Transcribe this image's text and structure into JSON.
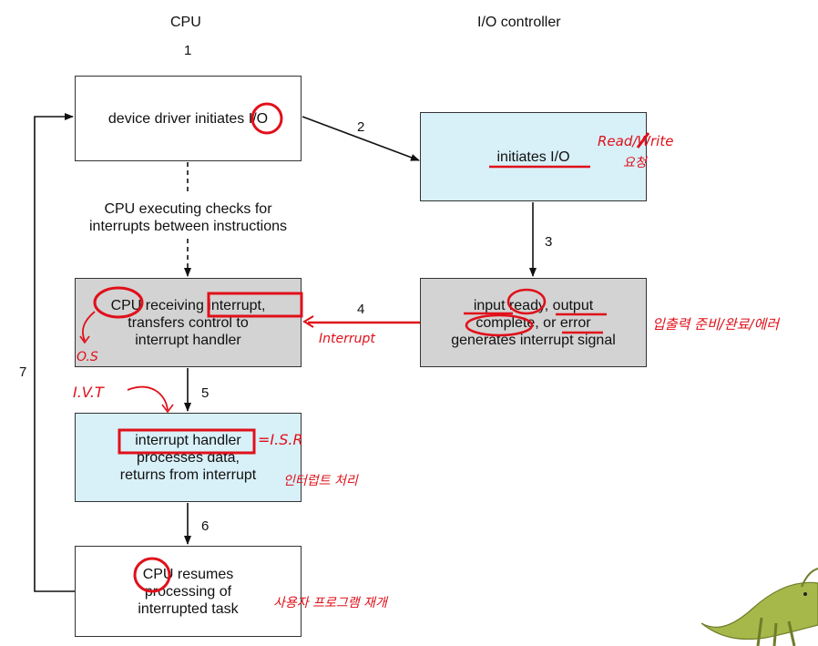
{
  "columns": {
    "cpu": "CPU",
    "io": "I/O controller"
  },
  "steps": [
    "1",
    "2",
    "3",
    "4",
    "5",
    "6",
    "7"
  ],
  "boxes": {
    "driver": {
      "line1": "device driver initiates I/O"
    },
    "initiates": {
      "line1": "initiates I/O"
    },
    "receiving": {
      "line1": "CPU receiving interrupt,",
      "line2": "transfers control to",
      "line3": "interrupt handler"
    },
    "ready": {
      "line1": "input ready, output",
      "line2": "complete, or error",
      "line3": "generates interrupt signal"
    },
    "handler": {
      "line1": "interrupt handler",
      "line2": "processes data,",
      "line3": "returns from interrupt"
    },
    "resumes": {
      "line1": "CPU resumes",
      "line2": "processing of",
      "line3": "interrupted task"
    }
  },
  "checks_note": {
    "line1": "CPU executing checks for",
    "line2": "interrupts between instructions"
  },
  "annotations": {
    "read_write": "Read/Write",
    "request": "요청",
    "interrupt": "Interrupt",
    "io_status": "입출력 준비/완료/에러",
    "os": "O.S",
    "ivt": "I.V.T",
    "isr": "=I.S.R",
    "handling": "인터럽트 처리",
    "resume_user": "사용자 프로그램 재개"
  },
  "colors": {
    "blue_box": "#d8f0f8",
    "gray_box": "#d3d3d3",
    "ink": "#e0101a"
  }
}
